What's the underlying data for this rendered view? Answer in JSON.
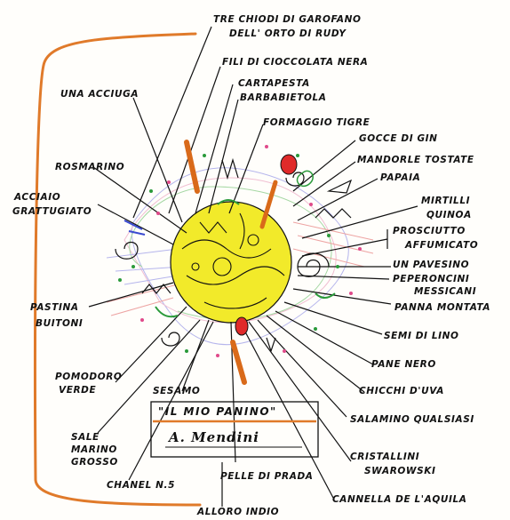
{
  "title": "\"IL MIO PANINO\"",
  "signature": "A. Mendini",
  "colors": {
    "bracket": "#e07a2a",
    "bun": "#f2ea2a",
    "ink": "#111111",
    "underline": "#e07a2a"
  },
  "labels": [
    {
      "key": "chiodi-garofano",
      "text": "TRE CHIODI DI GAROFANO"
    },
    {
      "key": "orto-rudy",
      "text": "DELL' ORTO DI RUDY"
    },
    {
      "key": "cioccolata",
      "text": "FILI DI CIOCCOLATA NERA"
    },
    {
      "key": "acciuga",
      "text": "UNA ACCIUGA"
    },
    {
      "key": "cartapesta",
      "text": "CARTAPESTA"
    },
    {
      "key": "barbabietola",
      "text": "BARBABIETOLA"
    },
    {
      "key": "formaggio",
      "text": "FORMAGGIO TIGRE"
    },
    {
      "key": "gin",
      "text": "GOCCE DI GIN"
    },
    {
      "key": "rosmarino",
      "text": "ROSMARINO"
    },
    {
      "key": "mandorle",
      "text": "MANDORLE TOSTATE"
    },
    {
      "key": "papaia",
      "text": "PAPAIA"
    },
    {
      "key": "acciaio",
      "text": "ACCIAIO"
    },
    {
      "key": "grattugiato",
      "text": "GRATTUGIATO"
    },
    {
      "key": "mirtilli",
      "text": "MIRTILLI"
    },
    {
      "key": "quinoa",
      "text": "QUINOA"
    },
    {
      "key": "prosciutto",
      "text": "PROSCIUTTO"
    },
    {
      "key": "affumicato",
      "text": "AFFUMICATO"
    },
    {
      "key": "pavesino",
      "text": "UN PAVESINO"
    },
    {
      "key": "peperoncini",
      "text": "PEPERONCINI"
    },
    {
      "key": "messicani",
      "text": "MESSICANI"
    },
    {
      "key": "pastina",
      "text": "PASTINA"
    },
    {
      "key": "buitoni",
      "text": "BUITONI"
    },
    {
      "key": "panna",
      "text": "PANNA MONTATA"
    },
    {
      "key": "semi",
      "text": "SEMI DI LINO"
    },
    {
      "key": "pomodoro",
      "text": "POMODORO"
    },
    {
      "key": "verde",
      "text": "VERDE"
    },
    {
      "key": "pane",
      "text": "PANE NERO"
    },
    {
      "key": "sesamo",
      "text": "SESAMO"
    },
    {
      "key": "chicchi",
      "text": "CHICCHI D'UVA"
    },
    {
      "key": "salamino",
      "text": "SALAMINO QUALSIASI"
    },
    {
      "key": "sale",
      "text": "SALE"
    },
    {
      "key": "marino",
      "text": "MARINO"
    },
    {
      "key": "grosso",
      "text": "GROSSO"
    },
    {
      "key": "cristallini",
      "text": "CRISTALLINI"
    },
    {
      "key": "swarowski",
      "text": "SWAROWSKI"
    },
    {
      "key": "chanel",
      "text": "CHANEL N.5"
    },
    {
      "key": "pelle",
      "text": "PELLE DI PRADA"
    },
    {
      "key": "cannella",
      "text": "CANNELLA DE L'AQUILA"
    },
    {
      "key": "alloro",
      "text": "ALLORO INDIO"
    }
  ]
}
